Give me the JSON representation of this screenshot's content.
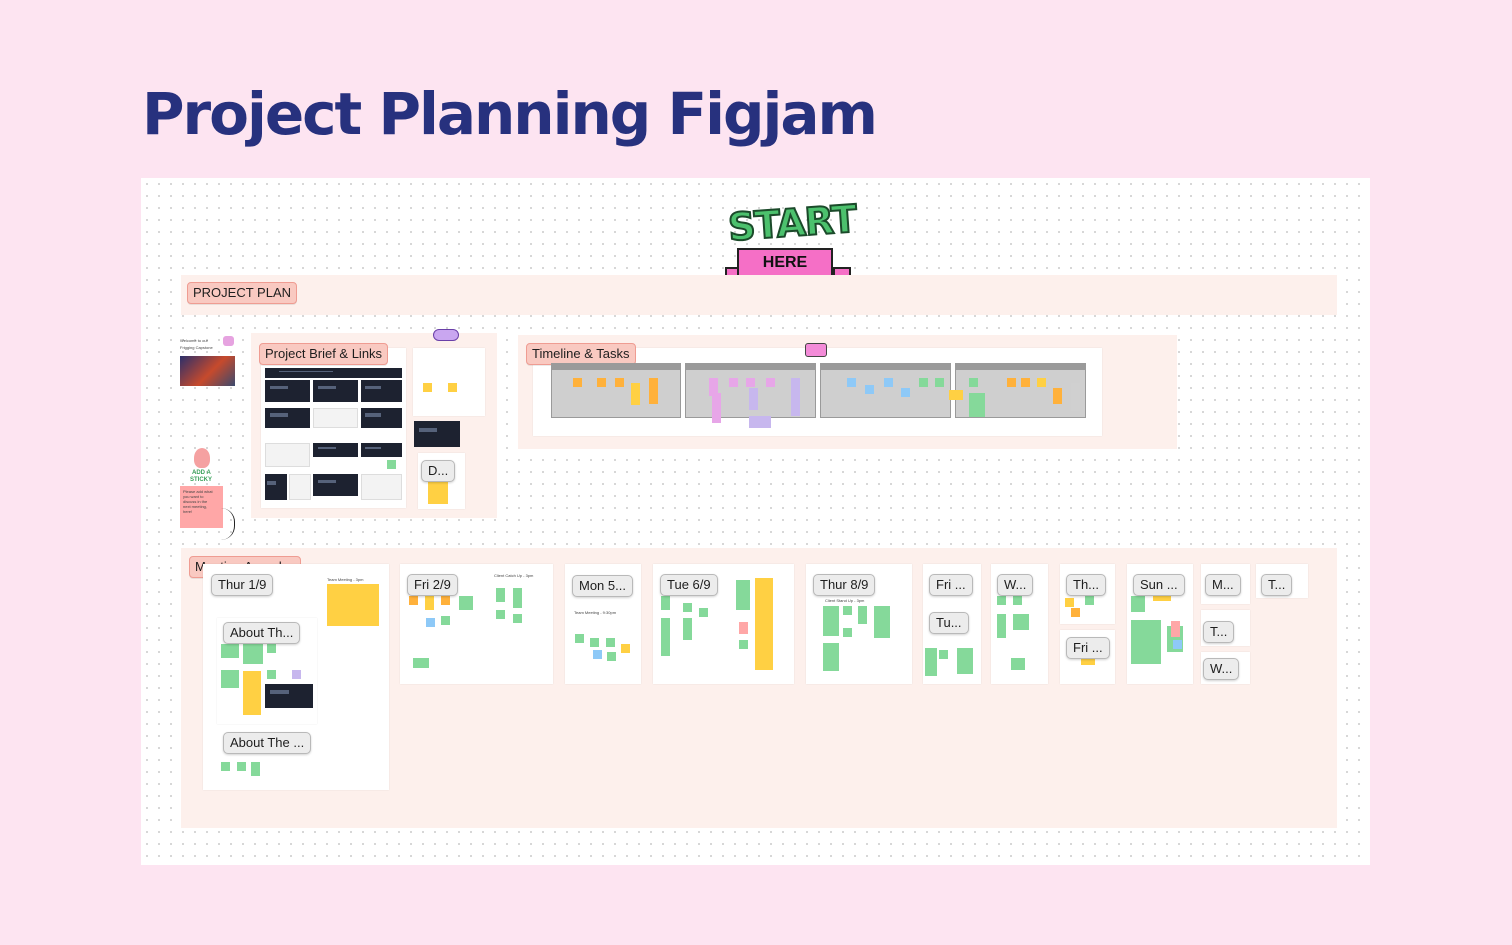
{
  "page": {
    "title": "Project Planning Figjam"
  },
  "start_sticker": {
    "top_text": "START",
    "banner_text": "HERE"
  },
  "sections": {
    "project_plan": "PROJECT PLAN",
    "project_brief": "Project Brief & Links",
    "timeline": "Timeline & Tasks",
    "meeting_agendas": "Meeting Agendas"
  },
  "welcome": {
    "line1": "Welcome to our",
    "line2": "Frigging Capstone"
  },
  "add_sticky": {
    "label_line1": "ADD A",
    "label_line2": "STICKY",
    "note": [
      "Please add what",
      "you want to",
      "discuss in the",
      "next meeting,",
      "here!"
    ]
  },
  "brief_chip": "D...",
  "agenda_chips": [
    "Thur 1/9",
    "About Th...",
    "About The ...",
    "Fri 2/9",
    "Mon 5...",
    "Tue 6/9",
    "Thur 8/9",
    "Fri ...",
    "Tu...",
    "W...",
    "Th...",
    "Fri ...",
    "Sun ...",
    "M...",
    "T...",
    "T...",
    "W..."
  ],
  "tiny_labels": {
    "team_meeting": "Team Meeting - 3pm",
    "client_catchup": "Client Catch Up - 3pm",
    "team_meeting_9": "Team Meeting - 9:30pm",
    "client_standup": "Client Stand Up - 3pm"
  }
}
